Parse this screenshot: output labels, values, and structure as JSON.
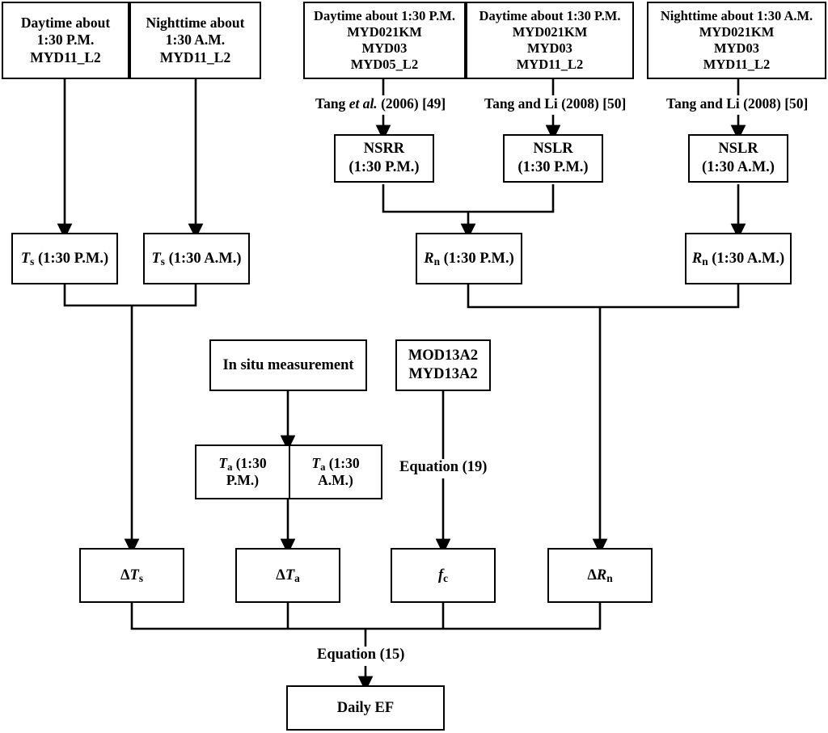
{
  "diagram": {
    "title": "Daily EF estimation flowchart",
    "colors": {
      "stroke": "#000000",
      "fill": "#ffffff",
      "text": "#000000"
    },
    "inputs": {
      "mod11_day": "Daytime about\n1:30 P.M.\nMYD11_L2",
      "mod11_night": "Nighttime about\n1:30 A.M.\nMYD11_L2",
      "nsrr_src": "Daytime about 1:30 P.M.\nMYD021KM\nMYD03\nMYD05_L2",
      "nslr_day_src": "Daytime about 1:30 P.M.\nMYD021KM\nMYD03\nMYD11_L2",
      "nslr_night_src": "Nighttime about 1:30 A.M.\nMYD021KM\nMYD03\nMYD11_L2"
    },
    "citations": {
      "tang_2006": "Tang et al. (2006) [49]",
      "tang_2006_pre": "Tang ",
      "tang_2006_ital": "et al.",
      "tang_2006_post": " (2006) [49]",
      "tang_li_2008_day": "Tang and Li (2008) [50]",
      "tang_li_2008_night": "Tang and Li (2008) [50]"
    },
    "radiation": {
      "nsrr_pm": "NSRR\n(1:30 P.M.)",
      "nslr_pm": "NSLR\n(1:30 P.M.)",
      "nslr_am": "NSLR\n(1:30 A.M.)"
    },
    "state_vars": {
      "ts_pm_sym": "T",
      "ts_pm_sub": "s",
      "ts_pm_rest": " (1:30 P.M.)",
      "ts_am_sym": "T",
      "ts_am_sub": "s",
      "ts_am_rest": " (1:30 A.M.)",
      "rn_pm_sym": "R",
      "rn_pm_sub": "n",
      "rn_pm_rest": " (1:30 P.M.)",
      "rn_am_sym": "R",
      "rn_am_sub": "n",
      "rn_am_rest": " (1:30 A.M.)"
    },
    "middle": {
      "in_situ": "In situ measurement",
      "ndvi_products": "MOD13A2\nMYD13A2",
      "ta_pm_sym": "T",
      "ta_pm_sub": "a",
      "ta_pm_rest": " (1:30\nP.M.)",
      "ta_am_sym": "T",
      "ta_am_sub": "a",
      "ta_am_rest": " (1:30\nA.M.)",
      "equation_19": "Equation (19)"
    },
    "deltas": {
      "delta_ts_pre": "Δ",
      "delta_ts_sym": "T",
      "delta_ts_sub": "s",
      "delta_ta_pre": "Δ",
      "delta_ta_sym": "T",
      "delta_ta_sub": "a",
      "fc_sym": "f",
      "fc_sub": "c",
      "delta_rn_pre": "Δ",
      "delta_rn_sym": "R",
      "delta_rn_sub": "n"
    },
    "output": {
      "equation_15": "Equation (15)",
      "daily_ef": "Daily EF"
    }
  }
}
